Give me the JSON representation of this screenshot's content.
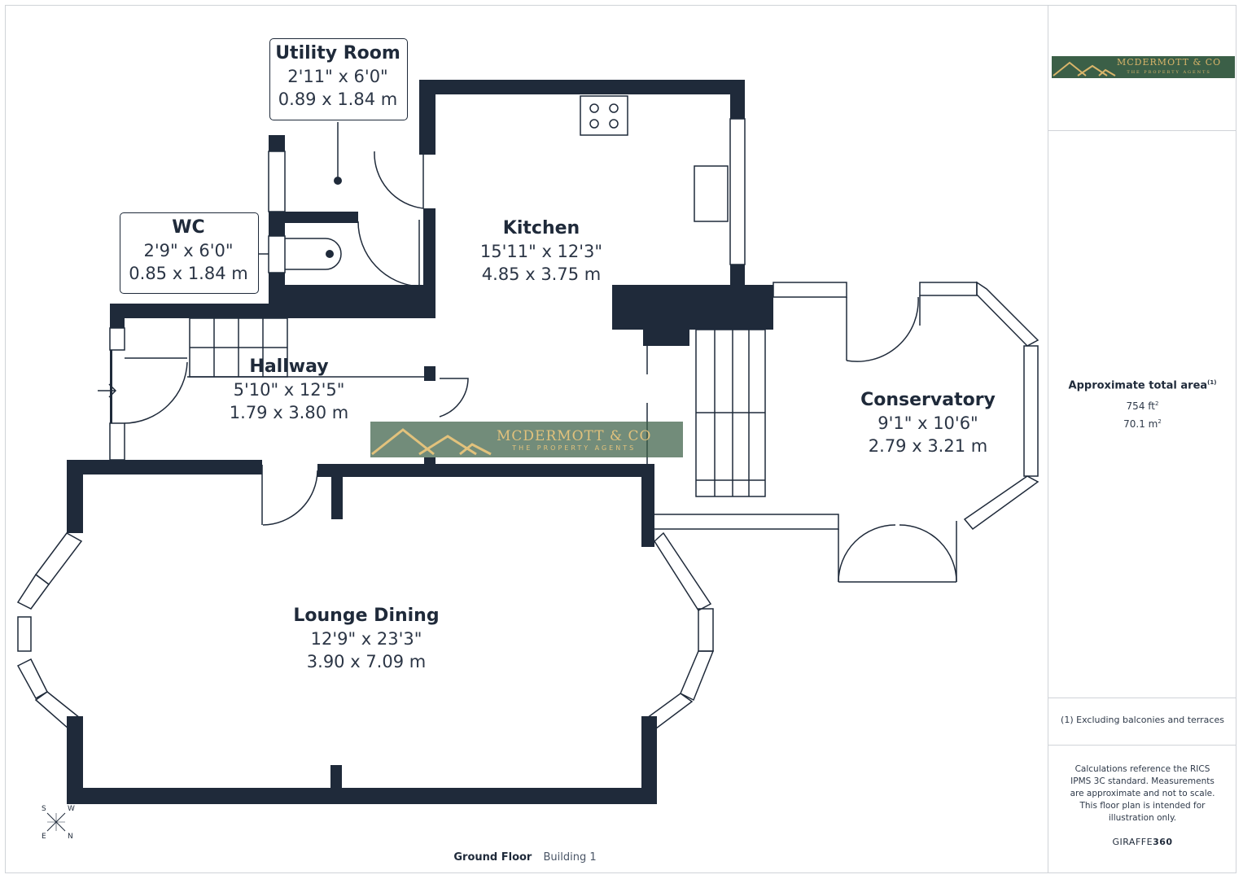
{
  "brand_logo": {
    "name": "MCDERMOTT & CO",
    "tagline": "THE PROPERTY AGENTS",
    "color_bg": "#3b5f47",
    "color_text": "#d9b56a"
  },
  "rooms": {
    "utility": {
      "name": "Utility Room",
      "imperial": "2'11\" x 6'0\"",
      "metric": "0.89 x 1.84 m"
    },
    "wc": {
      "name": "WC",
      "imperial": "2'9\" x 6'0\"",
      "metric": "0.85 x 1.84 m"
    },
    "kitchen": {
      "name": "Kitchen",
      "imperial": "15'11\" x 12'3\"",
      "metric": "4.85 x 3.75 m"
    },
    "hallway": {
      "name": "Hallway",
      "imperial": "5'10\" x 12'5\"",
      "metric": "1.79 x 3.80 m"
    },
    "conservatory": {
      "name": "Conservatory",
      "imperial": "9'1\" x 10'6\"",
      "metric": "2.79 x 3.21 m"
    },
    "lounge": {
      "name": "Lounge Dining",
      "imperial": "12'9\" x 23'3\"",
      "metric": "3.90 x 7.09 m"
    }
  },
  "area": {
    "title": "Approximate total area",
    "note_ref": "(1)",
    "sqft": "754 ft",
    "sqm": "70.1 m",
    "power": "2"
  },
  "footnote": "(1) Excluding balconies and terraces",
  "disclaimer": "Calculations reference the RICS IPMS 3C standard. Measurements are approximate and not to scale. This floor plan is intended for illustration only.",
  "maker": {
    "prefix": "GIRAFFE",
    "suffix": "360"
  },
  "floor": {
    "label": "Ground Floor",
    "building": "Building 1"
  },
  "compass": {
    "s": "S",
    "w": "W",
    "e": "E",
    "n": "N"
  },
  "colors": {
    "wall": "#1f2a3a",
    "border": "#d0d3d8"
  }
}
